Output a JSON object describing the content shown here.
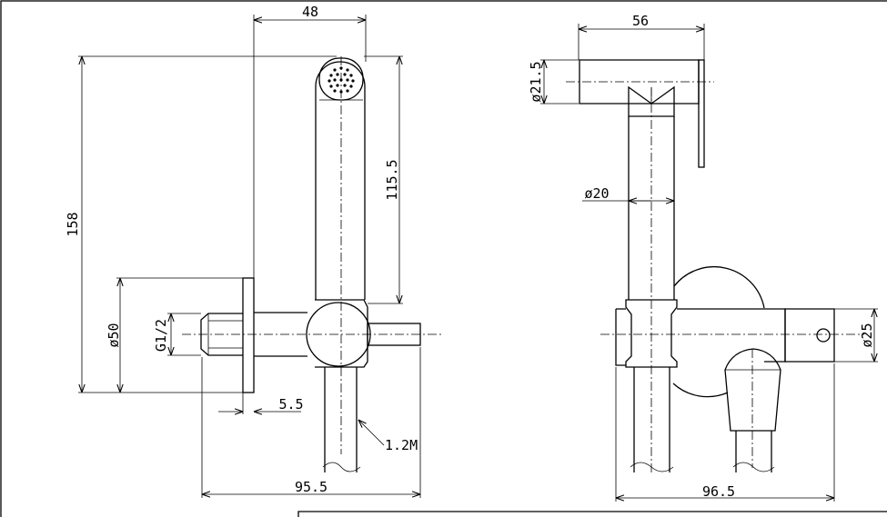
{
  "drawing": {
    "side_view": {
      "dims": {
        "width_48": "48",
        "height_158": "158",
        "height_115": "115.5",
        "diameter_50": "ø50",
        "thread": "G1/2",
        "depth_5": "5.5",
        "hose": "1.2M",
        "total_95": "95.5"
      }
    },
    "front_view": {
      "dims": {
        "width_56": "56",
        "diameter_21": "ø21.5",
        "diameter_20": "ø20",
        "diameter_25": "ø25",
        "total_96": "96.5"
      }
    }
  }
}
